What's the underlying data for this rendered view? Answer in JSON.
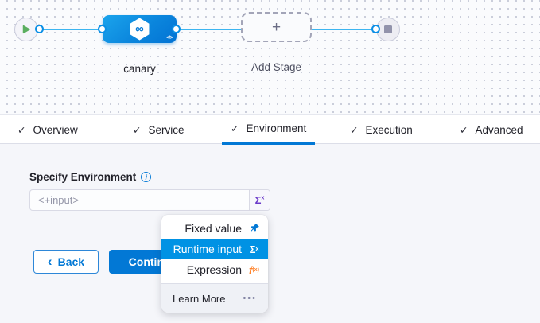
{
  "pipeline": {
    "stage_label": "canary",
    "add_stage_label": "Add Stage",
    "code_icon": "</>",
    "infinity_icon": "∞",
    "plus_icon": "+"
  },
  "tabs": {
    "check_icon": "✓",
    "active": "Environment",
    "items": [
      {
        "label": "Overview"
      },
      {
        "label": "Service"
      },
      {
        "label": "Environment"
      },
      {
        "label": "Execution"
      },
      {
        "label": "Advanced"
      }
    ]
  },
  "form": {
    "label": "Specify Environment",
    "info_icon": "i",
    "input_value": "",
    "input_placeholder": "<+input>",
    "sigma_icon": "Σ",
    "sigma_sup": "x"
  },
  "menu": {
    "items": [
      {
        "label": "Fixed value",
        "icon": "pin"
      },
      {
        "label": "Runtime input",
        "icon": "sigma"
      },
      {
        "label": "Expression",
        "icon": "fx"
      }
    ],
    "selected": "Runtime input",
    "footer_label": "Learn More",
    "more_icon": "•••",
    "fx_icon": "f",
    "fx_sub": "(x)"
  },
  "actions": {
    "back_chevron": "‹",
    "back_label": "Back",
    "continue_label": "Continue"
  },
  "colors": {
    "primary": "#0278d5",
    "selected_blue": "#0092e4",
    "link_line": "#3cb5f0",
    "expression_orange": "#ff832b",
    "sigma_purple": "#6938c9",
    "play_green": "#5bae5f"
  }
}
